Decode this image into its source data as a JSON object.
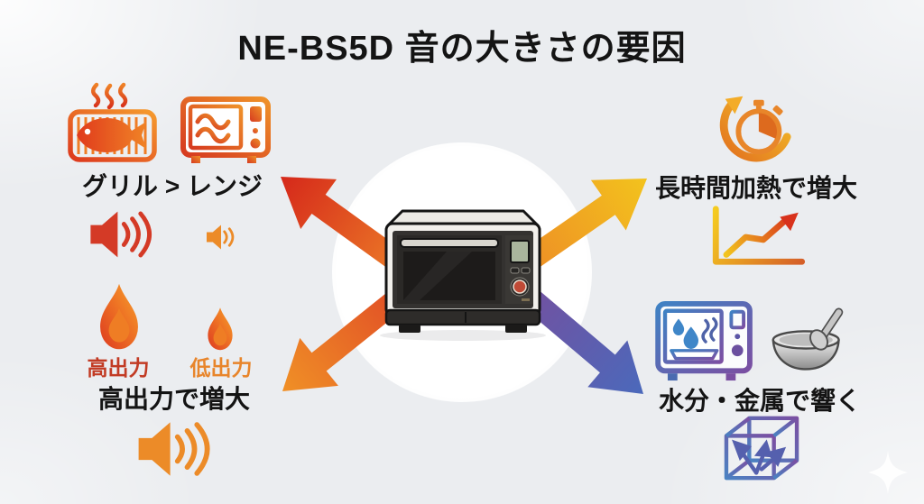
{
  "title": "NE-BS5D 音の大きさの要因",
  "factors": {
    "heating_mode": {
      "caption": "グリル > レンジ",
      "icons": [
        "grill-fish-icon",
        "range-microwave-icon",
        "loud-speaker-icon",
        "quiet-speaker-icon"
      ]
    },
    "power_level": {
      "high_label": "高出力",
      "low_label": "低出力",
      "caption": "高出力で増大",
      "icons": [
        "large-flame-icon",
        "small-flame-icon",
        "loud-speaker-icon"
      ]
    },
    "heating_duration": {
      "caption": "長時間加熱で増大",
      "icons": [
        "stopwatch-icon",
        "rising-line-chart-icon"
      ]
    },
    "moisture_metal": {
      "caption": "水分・金属で響く",
      "icons": [
        "steam-moisture-microwave-icon",
        "metal-bowl-spoon-icon",
        "sound-reflection-cube-icon"
      ]
    }
  },
  "center": {
    "illustration": "microwave-oven"
  },
  "colors": {
    "background": "#ebedf0",
    "title_text": "#141414",
    "caption_text": "#141414",
    "high_power_label": "#c23b24",
    "low_power_label": "#e8852b",
    "arrow_top_left": [
      "#ed7e28",
      "#d5281a"
    ],
    "arrow_top_right": [
      "#ed8a26",
      "#f3c31d"
    ],
    "arrow_bottom_left": [
      "#e04a26",
      "#f09026"
    ],
    "arrow_bottom_right": [
      "#74509f",
      "#4b69bb"
    ],
    "cool_gradient": [
      "#3f82c4",
      "#7b4fa2"
    ],
    "warm_red": "#d43a26",
    "warm_orange": "#ec8b28"
  }
}
